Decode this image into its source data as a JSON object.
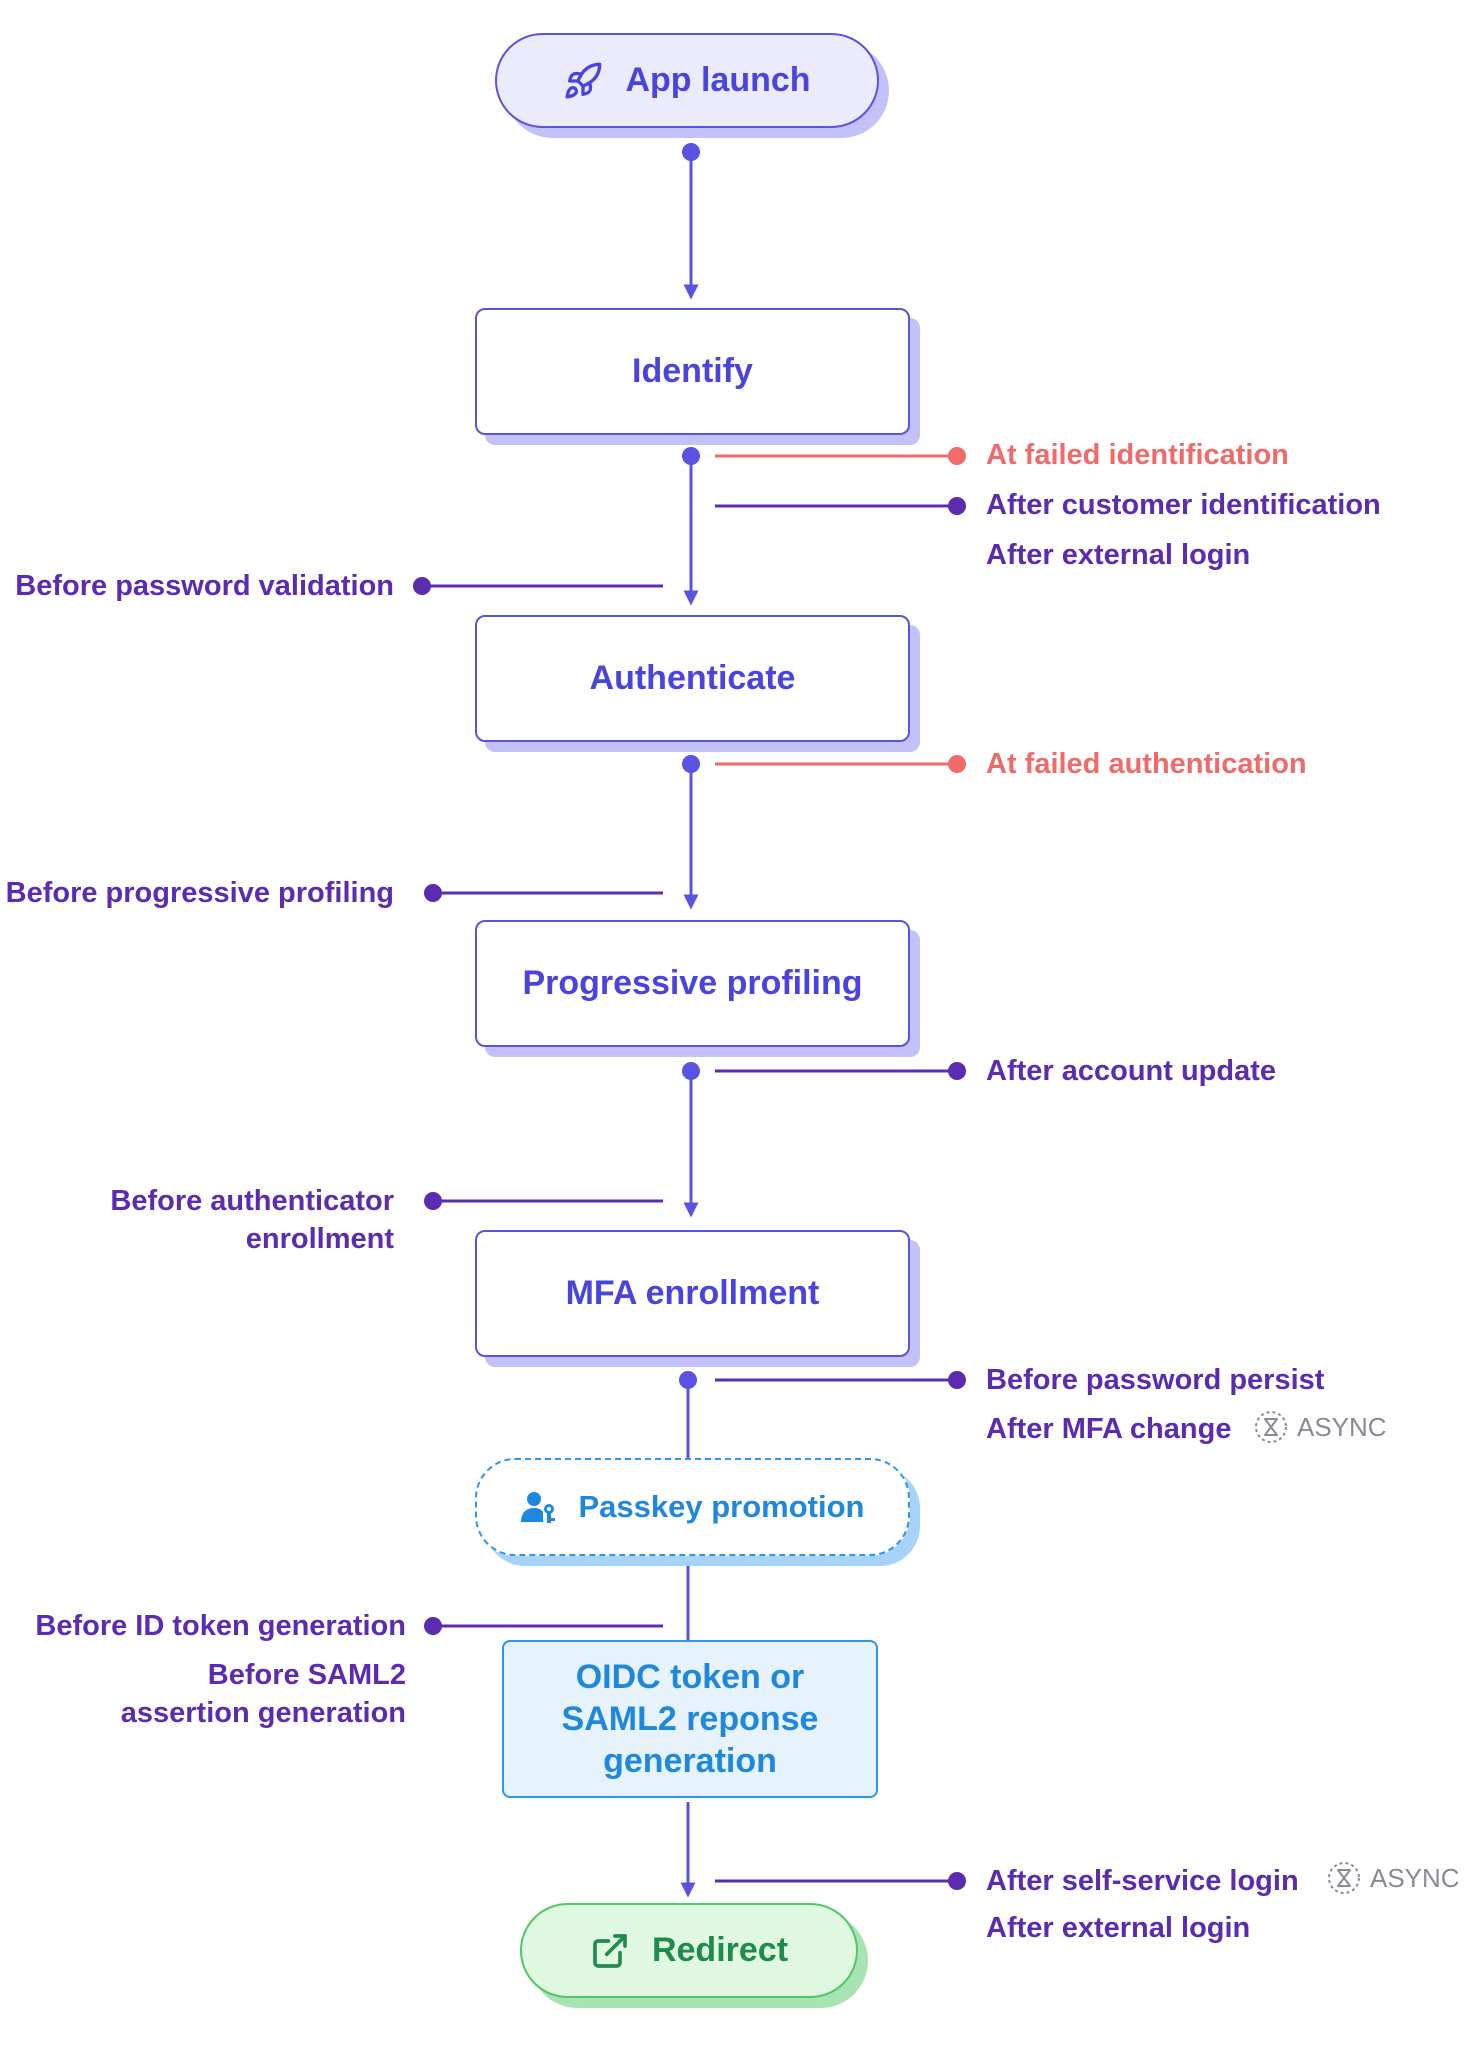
{
  "nodes": {
    "app_launch": "App launch",
    "identify": "Identify",
    "authenticate": "Authenticate",
    "progressive_profiling": "Progressive profiling",
    "mfa_enrollment": "MFA enrollment",
    "passkey_promotion": "Passkey promotion",
    "token_generation": [
      "OIDC token or",
      "SAML2 reponse",
      "generation"
    ],
    "redirect": "Redirect"
  },
  "hooks": {
    "at_failed_identification": "At failed identification",
    "after_customer_identification": "After customer identification",
    "after_external_login_1": "After external login",
    "before_password_validation": "Before password validation",
    "at_failed_authentication": "At failed authentication",
    "before_progressive_profiling": "Before progressive profiling",
    "after_account_update": "After account update",
    "before_authenticator_enrollment": [
      "Before authenticator",
      "enrollment"
    ],
    "before_password_persist": "Before password persist",
    "after_mfa_change": "After MFA change",
    "before_id_token_generation": "Before ID token generation",
    "before_saml2_assertion_generation": [
      "Before SAML2",
      "assertion generation"
    ],
    "after_self_service_login": "After self-service login",
    "after_external_login_2": "After external login"
  },
  "badges": {
    "async_1": "ASYNC",
    "async_2": "ASYNC"
  },
  "icons": {
    "app_launch": "rocket-icon",
    "passkey_promotion": "user-key-icon",
    "redirect": "external-link-icon",
    "async": "hourglass-icon"
  },
  "colors": {
    "flow": "#5a52e0",
    "hook": "#5b2bb0",
    "failure": "#f06a6a",
    "passkey": "#2f95e4",
    "redirect": "#4fc764"
  }
}
